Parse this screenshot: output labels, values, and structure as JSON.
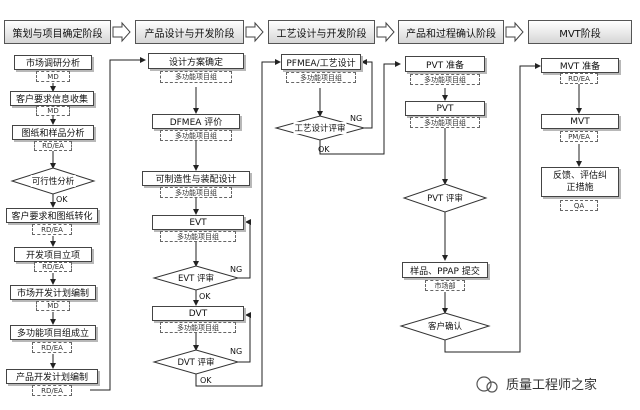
{
  "phases": [
    "策划与项目确定阶段",
    "产品设计与开发阶段",
    "工艺设计与开发阶段",
    "产品和过程确认阶段",
    "MVT阶段"
  ],
  "col1": {
    "steps": [
      "市场调研分析",
      "客户要求信息收集",
      "图纸和样品分析",
      "客户要求和图纸转化",
      "开发项目立项",
      "市场开发计划编制",
      "多功能项目组成立",
      "产品开发计划编制"
    ],
    "owners": [
      "MD",
      "MD",
      "RD/EA",
      "RD/EA",
      "RD/EA",
      "MD",
      "RD/EA",
      "RD/EA"
    ],
    "decision": "可行性分析",
    "ok": "OK"
  },
  "col2": {
    "steps": [
      "设计方案确定",
      "DFMEA 评价",
      "可制造性与装配设计",
      "EVT",
      "DVT"
    ],
    "owners": [
      "多功能项目组",
      "多功能项目组",
      "多功能项目组",
      "多功能项目组",
      "多功能项目组"
    ],
    "decisions": [
      "EVT 评审",
      "DVT 评审"
    ],
    "ng": "NG",
    "ok": "OK"
  },
  "col3": {
    "step": "PFMEA/工艺设计",
    "owner": "多功能项目组",
    "decision": "工艺设计评审",
    "ng": "NG",
    "ok": "OK"
  },
  "col4": {
    "steps": [
      "PVT 准备",
      "PVT",
      "样品、PPAP 提交"
    ],
    "owners": [
      "多功能项目组",
      "多功能项目组",
      "市场部"
    ],
    "decisions": [
      "PVT 评审",
      "客户确认"
    ]
  },
  "col5": {
    "steps": [
      "MVT 准备",
      "MVT",
      "反馈、评估纠正措施"
    ],
    "owners": [
      "RD/EA",
      "PM/EA",
      "QA"
    ]
  },
  "watermark": "质量工程师之家"
}
